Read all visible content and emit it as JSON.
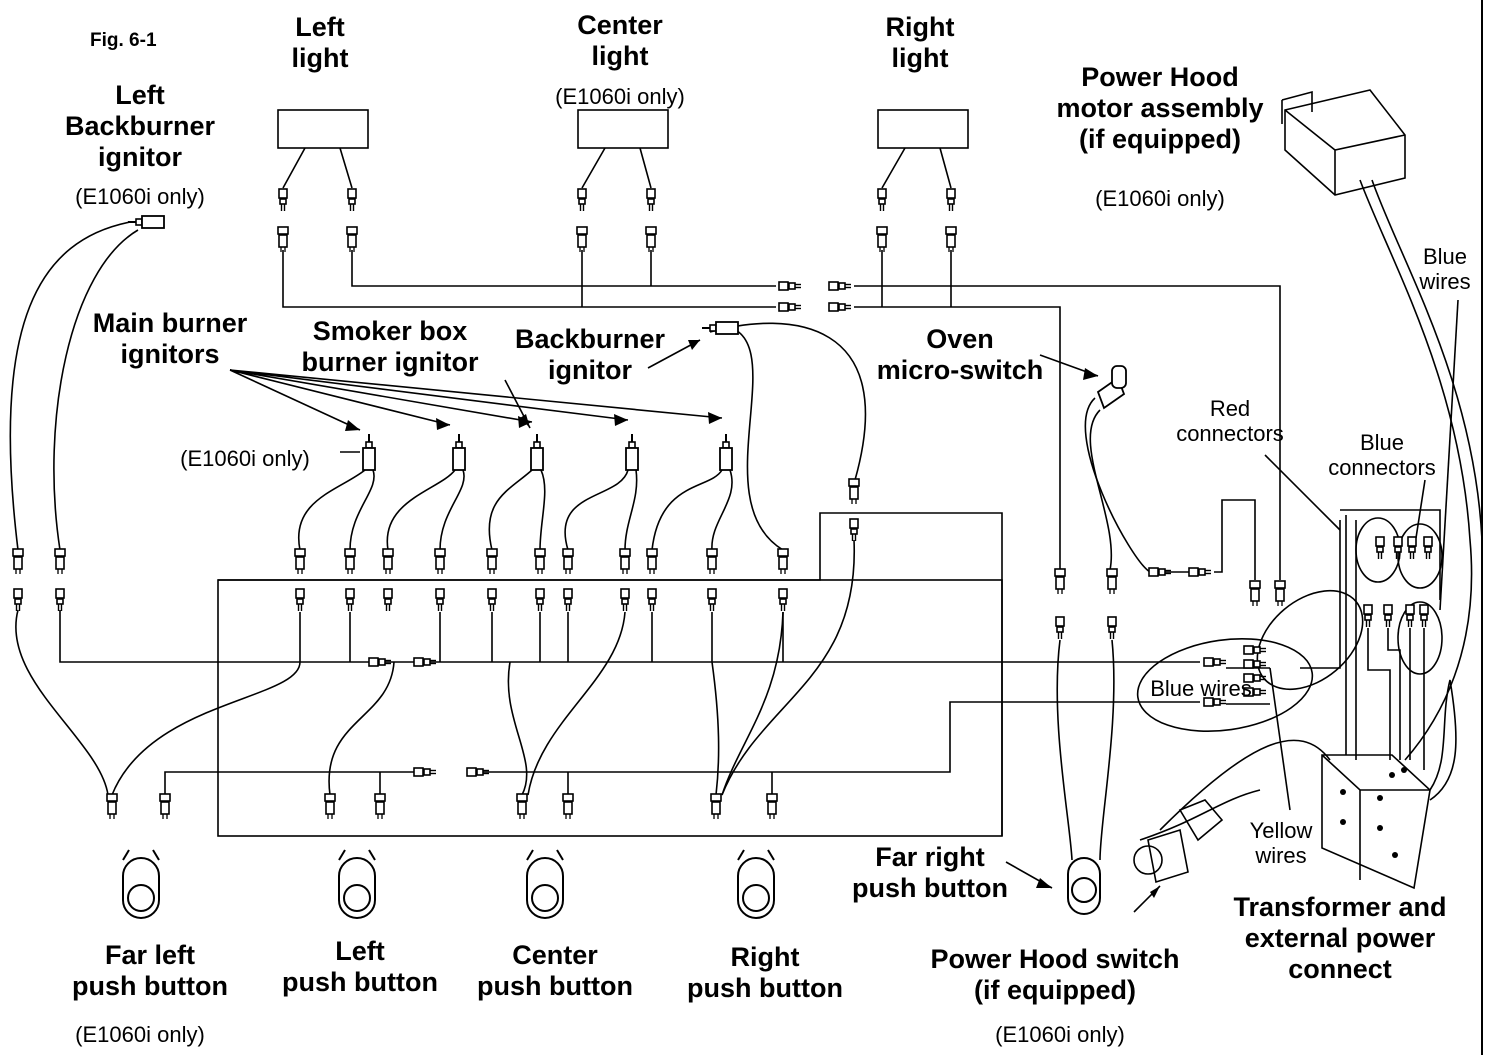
{
  "figure": {
    "label": "Fig. 6-1"
  },
  "labels": {
    "left_light_a": "Left",
    "left_light_b": "light",
    "center_light_a": "Center",
    "center_light_b": "light",
    "center_light_note": "(E1060i only)",
    "right_light_a": "Right",
    "right_light_b": "light",
    "hood_a": "Power Hood",
    "hood_b": "motor assembly",
    "hood_c": "(if equipped)",
    "hood_note": "(E1060i only)",
    "lbb_a": "Left",
    "lbb_b": "Backburner",
    "lbb_c": "ignitor",
    "lbb_note": "(E1060i only)",
    "blue_wires_top_a": "Blue",
    "blue_wires_top_b": "wires",
    "main_a": "Main burner",
    "main_b": "ignitors",
    "smoker_a": "Smoker box",
    "smoker_b": "burner ignitor",
    "backburner_a": "Backburner",
    "backburner_b": "ignitor",
    "oven_a": "Oven",
    "oven_b": "micro-switch",
    "red_a": "Red",
    "red_b": "connectors",
    "blue_conn_a": "Blue",
    "blue_conn_b": "connectors",
    "ign_note": "(E1060i only)",
    "blue_wires_mid": "Blue wires",
    "yellow_a": "Yellow",
    "yellow_b": "wires",
    "far_right_a": "Far right",
    "far_right_b": "push button",
    "transformer_a": "Transformer and",
    "transformer_b": "external power",
    "transformer_c": "connect",
    "far_left_a": "Far left",
    "far_left_b": "push button",
    "far_left_note": "(E1060i only)",
    "left_pb_a": "Left",
    "left_pb_b": "push button",
    "center_pb_a": "Center",
    "center_pb_b": "push button",
    "right_pb_a": "Right",
    "right_pb_b": "push button",
    "hood_switch_a": "Power Hood switch",
    "hood_switch_b": "(if equipped)",
    "hood_switch_note": "(E1060i only)"
  }
}
